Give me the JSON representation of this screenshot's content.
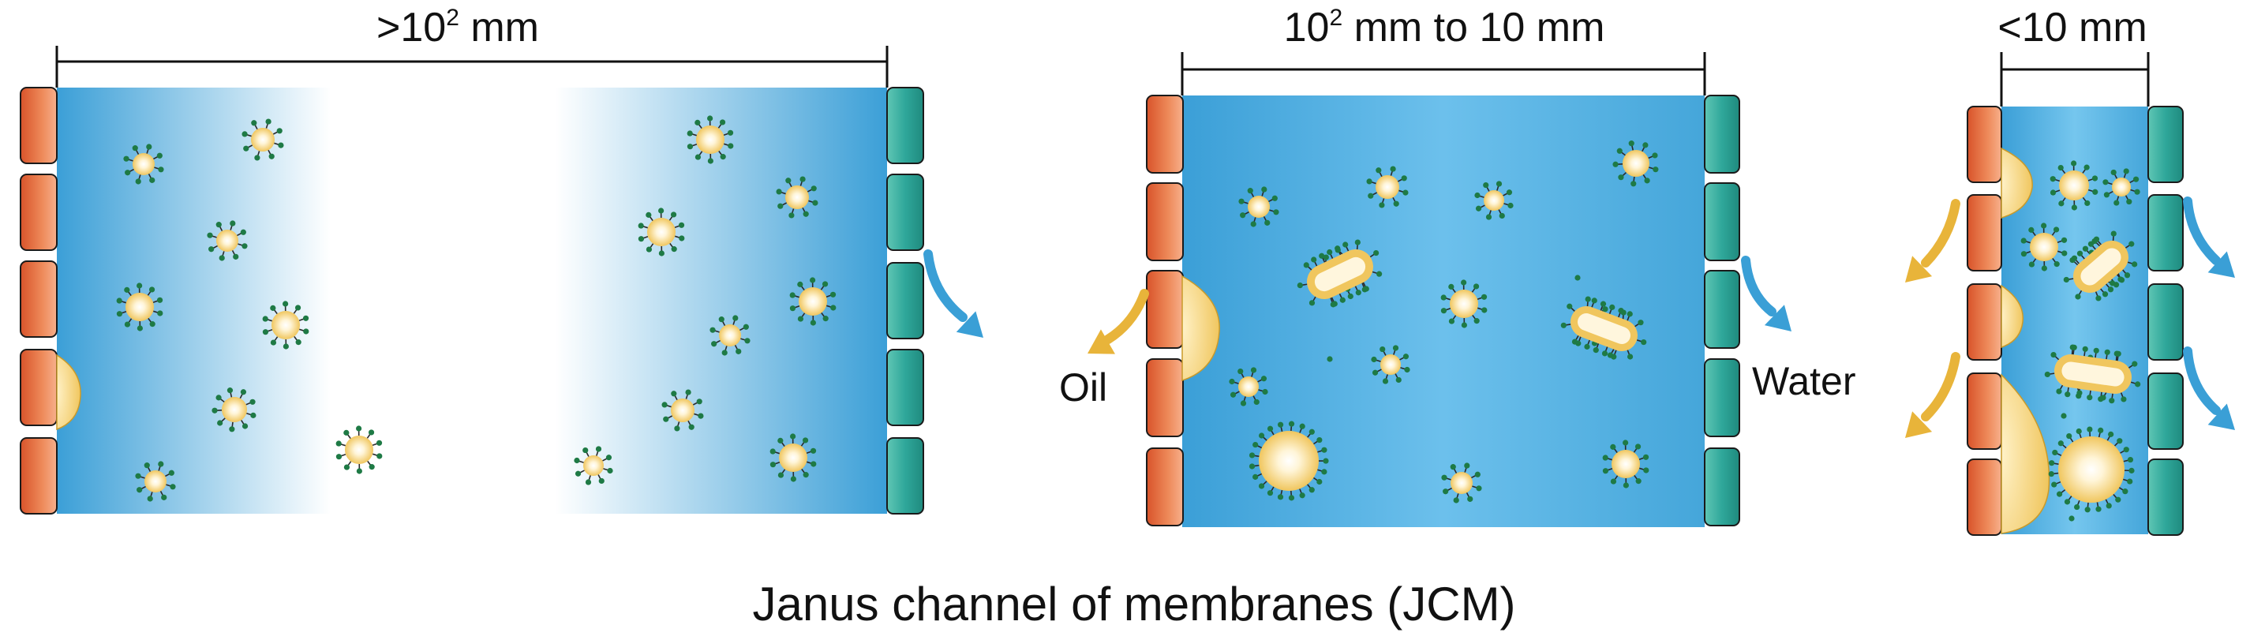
{
  "caption": "Janus channel of membranes (JCM)",
  "panels": [
    {
      "id": "large",
      "dimension_label": {
        "prefix": ">10",
        "sup": "2",
        "suffix": " mm"
      }
    },
    {
      "id": "medium",
      "dimension_label": {
        "prefix": "10",
        "sup": "2",
        "suffix": " mm to 10 mm"
      }
    },
    {
      "id": "small",
      "dimension_label": {
        "prefix": "<10",
        "sup": "",
        "suffix": " mm"
      }
    }
  ],
  "labels": {
    "oil": "Oil",
    "water": "Water"
  },
  "colors": {
    "channel_blue": "#3da0d8",
    "channel_light": "#7cc6ee",
    "oil_membrane": "#e4683a",
    "water_membrane": "#2fa79a",
    "oil_arrow": "#e8b43a",
    "water_arrow": "#3a9fd6",
    "droplet": "#f2cf6a",
    "surfactant": "#1e7a45"
  },
  "icons": [
    "oil-droplet-icon",
    "oil-flow-arrow-icon",
    "water-flow-arrow-icon"
  ]
}
